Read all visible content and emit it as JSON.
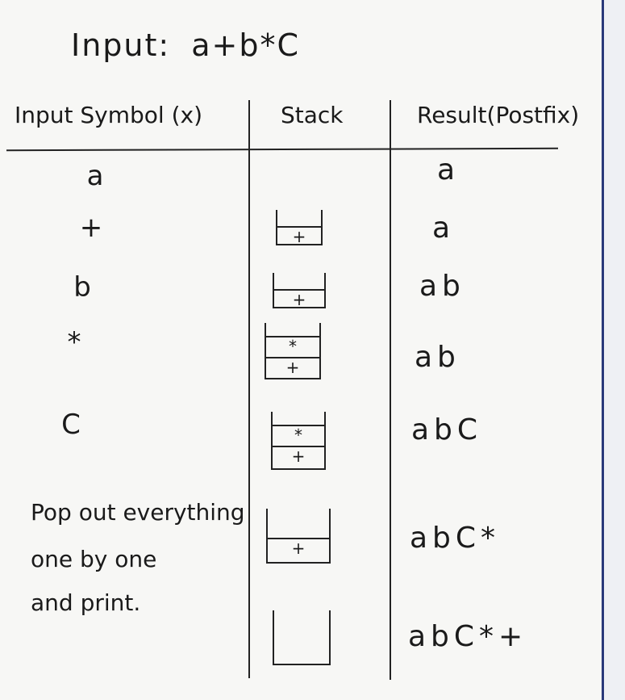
{
  "title": {
    "label": "Input:",
    "expression": "a+b*C"
  },
  "table": {
    "headers": {
      "input": "Input Symbol (x)",
      "stack": "Stack",
      "result": "Result(Postfix)"
    },
    "rows": [
      {
        "symbol": "a",
        "stack": [],
        "result": "a"
      },
      {
        "symbol": "+",
        "stack": [
          "+"
        ],
        "result": "a"
      },
      {
        "symbol": "b",
        "stack": [
          "+"
        ],
        "result": "ab"
      },
      {
        "symbol": "*",
        "stack": [
          "*",
          "+"
        ],
        "result": "ab"
      },
      {
        "symbol": "C",
        "stack": [
          "*",
          "+"
        ],
        "result": "abC"
      },
      {
        "symbol": "",
        "stack": [
          "+"
        ],
        "result": "abC*"
      },
      {
        "symbol": "",
        "stack": [],
        "result": "abC*+"
      }
    ]
  },
  "note": {
    "lines": [
      "Pop out everything",
      "one by one",
      "and print."
    ]
  }
}
